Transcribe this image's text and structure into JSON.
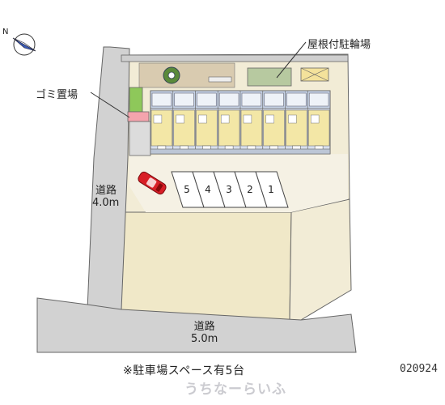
{
  "labels": {
    "covered_bicycle_parking": "屋根付駐輪場",
    "garbage_area": "ゴミ置場",
    "road_left_name": "道路",
    "road_left_width": "4.0m",
    "road_bottom_name": "道路",
    "road_bottom_width": "5.0m",
    "footnote": "※駐車場スペース有5台",
    "property_code": "020924",
    "watermark": "うちなーらいふ"
  },
  "parking_spaces": [
    "5",
    "4",
    "3",
    "2",
    "1"
  ],
  "compass": {
    "north_letter": "N"
  },
  "colors": {
    "site": "#f2ecd6",
    "road": "#d2d2d2",
    "building": "#d8e0ee",
    "units": "#f3e7a6",
    "balcony": "#c6d2e6",
    "garden": "#8ec85a",
    "garbage": "#f4a4ad",
    "car": "#d81e26",
    "outline": "#666666"
  }
}
